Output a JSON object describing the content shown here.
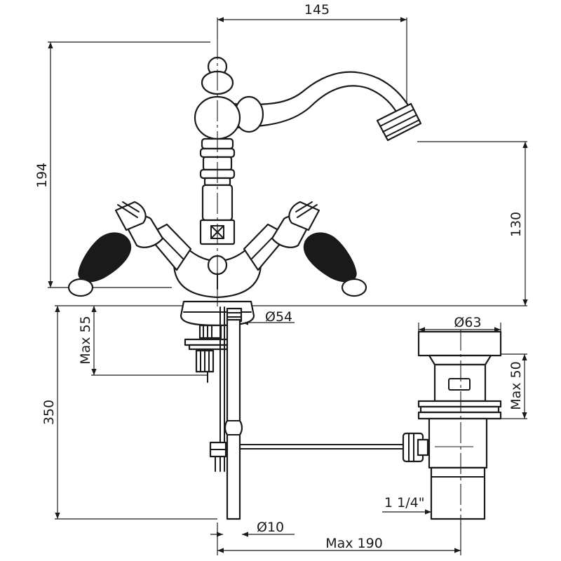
{
  "dimensions": {
    "top_width": "145",
    "total_height": "194",
    "spout_height": "130",
    "base_diameter": "Ø54",
    "max_thickness": "Max 55",
    "below_length": "350",
    "waste_diameter": "Ø63",
    "waste_height": "Max 50",
    "waste_thread": "1 1/4\"",
    "rod_diameter": "Ø10",
    "max_reach": "Max 190"
  }
}
